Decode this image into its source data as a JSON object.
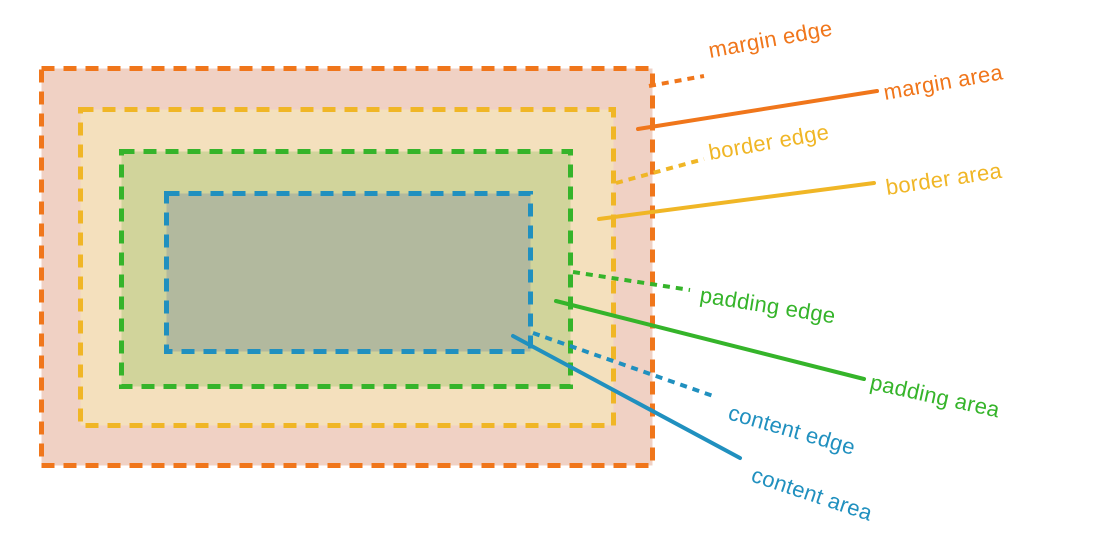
{
  "colors": {
    "margin_edge_color": "#F0761B",
    "margin_area_fill": "#F0D1C4",
    "border_edge_color": "#F0B626",
    "border_area_fill": "#F4E0BD",
    "padding_edge_color": "#35B42A",
    "padding_area_fill": "#D1D49B",
    "content_edge_color": "#2090BF",
    "content_area_fill": "#B2B99E",
    "background": "#FFFFFF"
  },
  "annotations": {
    "margin_edge": {
      "label": "margin edge"
    },
    "margin_area": {
      "label": "margin area"
    },
    "border_edge": {
      "label": "border edge"
    },
    "border_area": {
      "label": "border area"
    },
    "padding_edge": {
      "label": "padding edge"
    },
    "padding_area": {
      "label": "padding area"
    },
    "content_edge": {
      "label": "content edge"
    },
    "content_area": {
      "label": "content area"
    }
  }
}
